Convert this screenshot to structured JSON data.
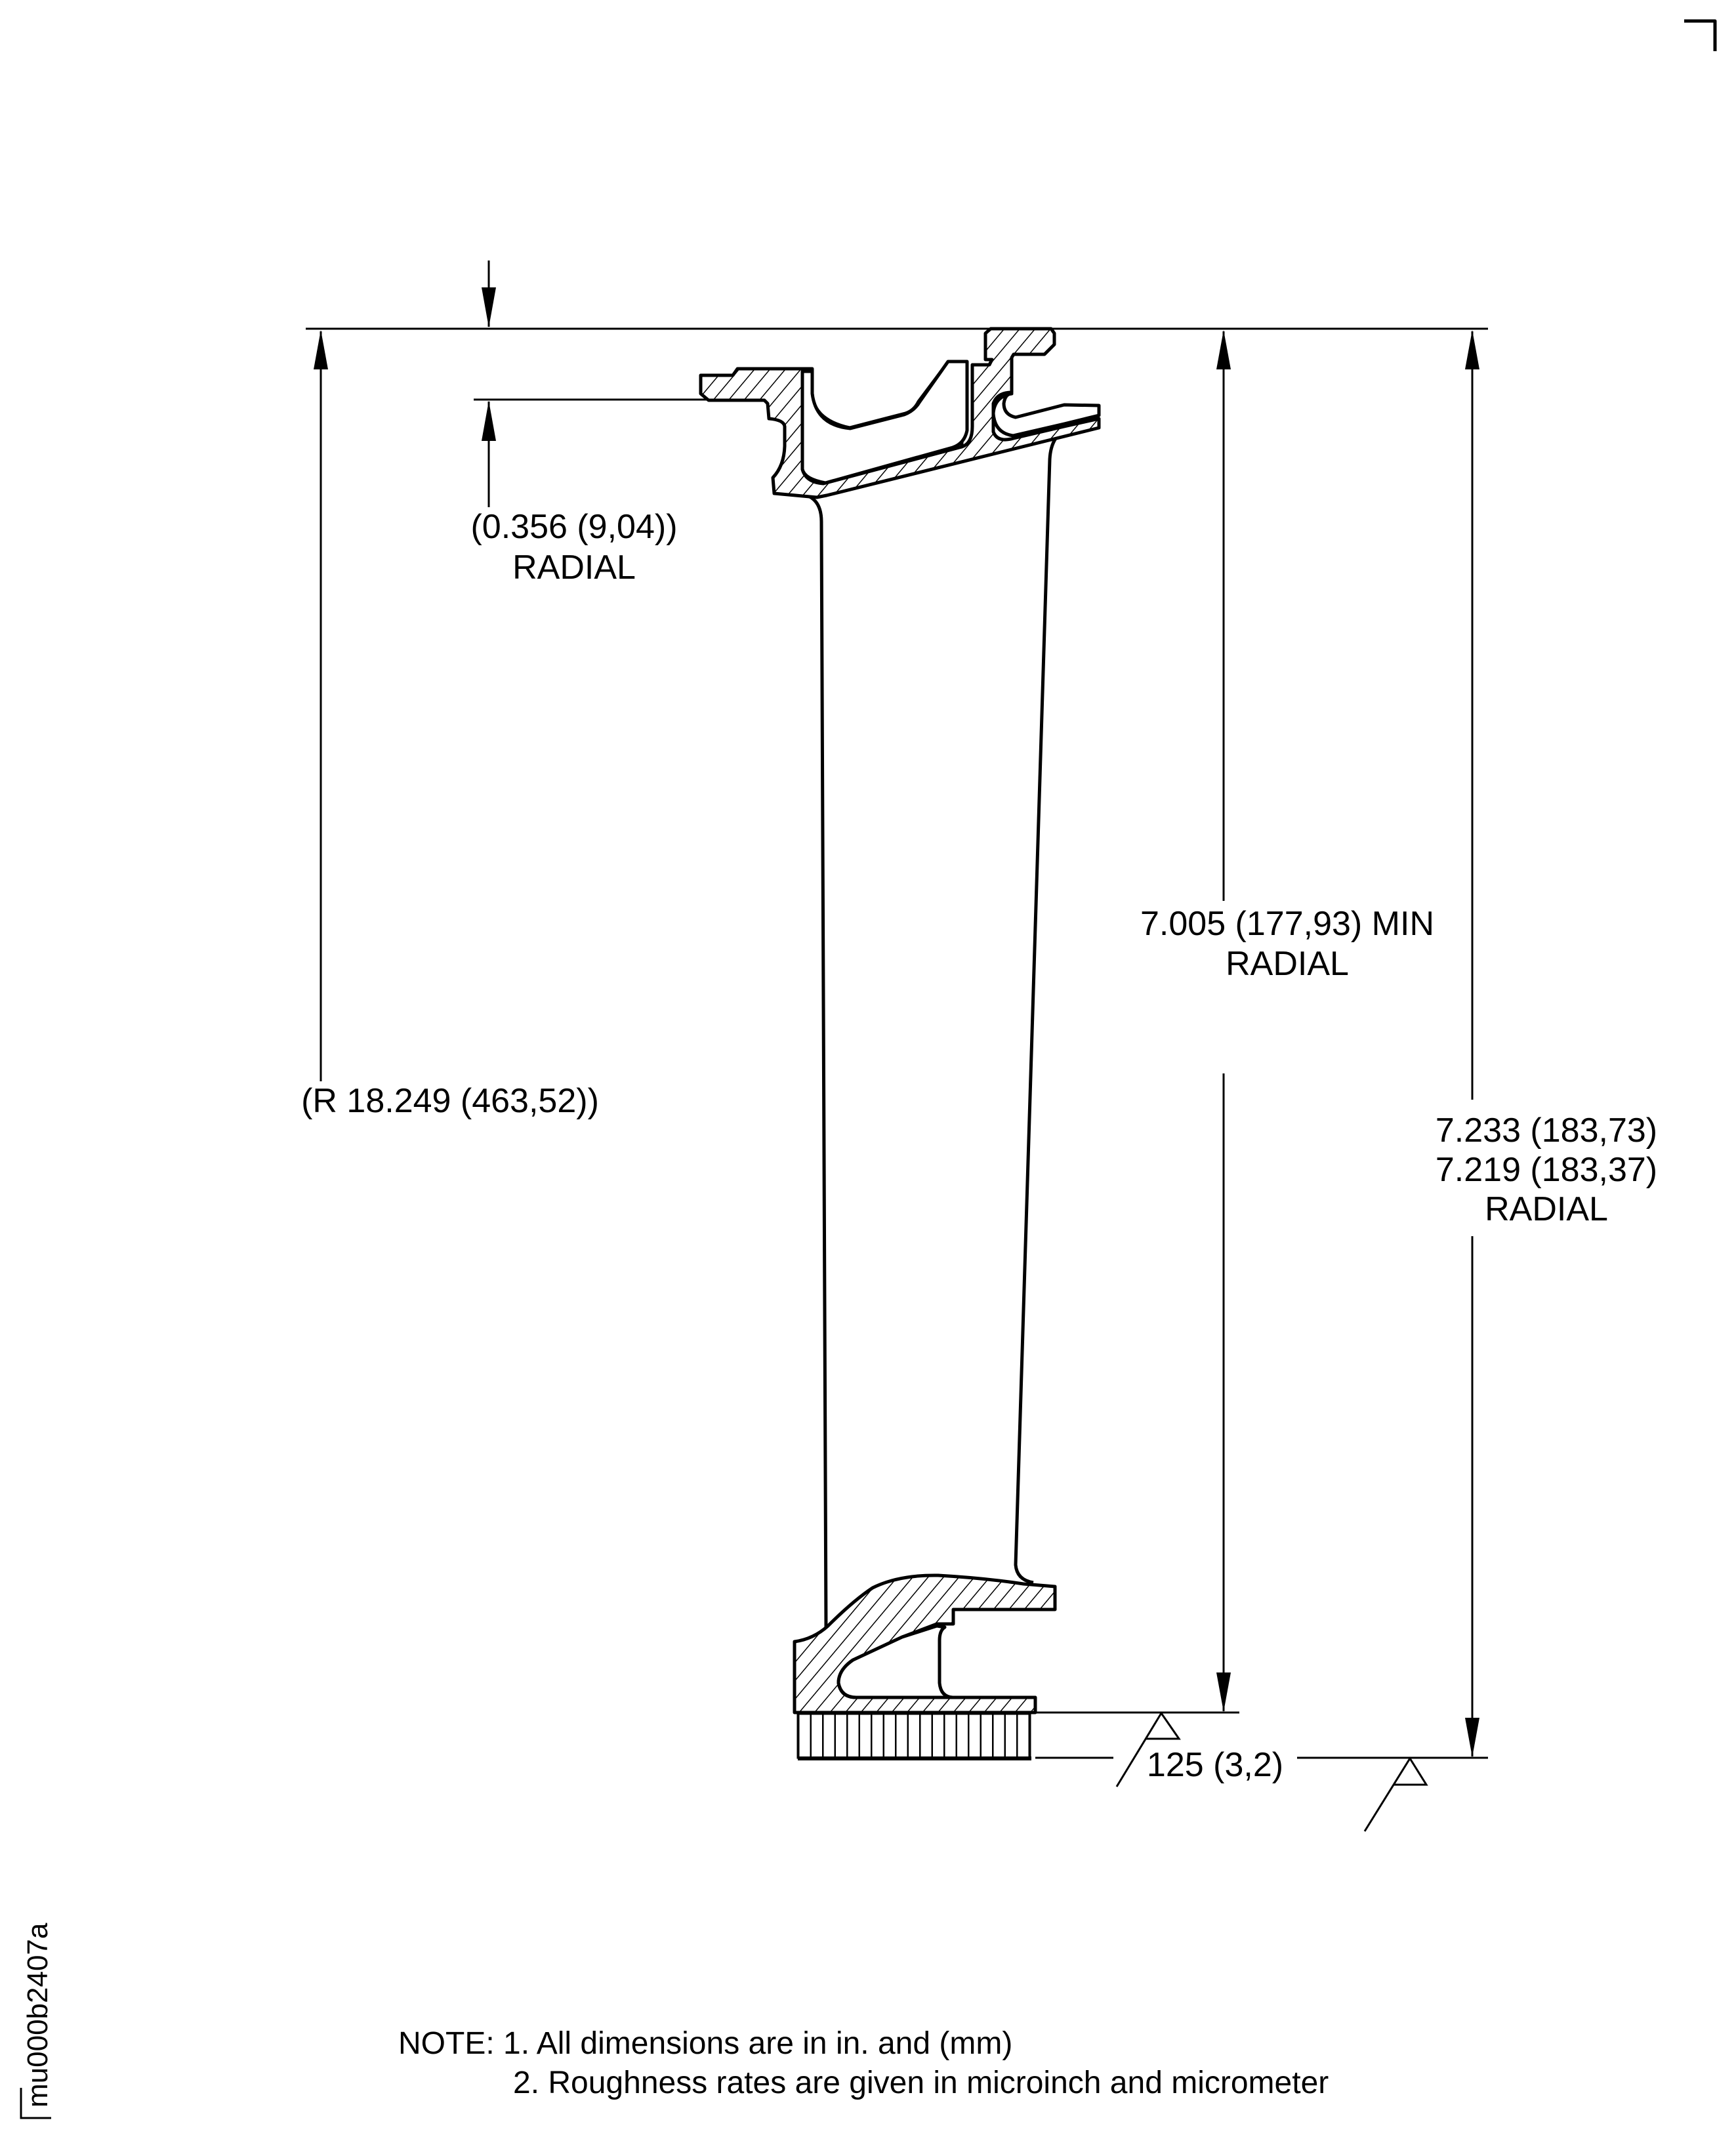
{
  "drawing": {
    "code": "mu000b2407a",
    "dimensions": {
      "radial_offset": {
        "line1": "(0.356 (9,04))",
        "line2": "RADIAL"
      },
      "radius": {
        "text": "(R 18.249 (463,52))"
      },
      "min_radial": {
        "line1": "7.005 (177,93) MIN",
        "line2": "RADIAL"
      },
      "radial_tolerance": {
        "line1": "7.233 (183,73)",
        "line2": "7.219 (183,37)",
        "line3": "RADIAL"
      },
      "roughness": {
        "text": "125 (3,2)"
      }
    },
    "symbols": [
      {
        "name": "surface-roughness-symbol",
        "location": "platform-bottom"
      },
      {
        "name": "surface-roughness-symbol",
        "location": "base-datum"
      }
    ]
  },
  "notes": {
    "line1": "NOTE: 1. All dimensions are in in. and (mm)",
    "line2": "2. Roughness rates are given in microinch and micrometer"
  },
  "colors": {
    "line": "#000000",
    "background": "#ffffff"
  }
}
